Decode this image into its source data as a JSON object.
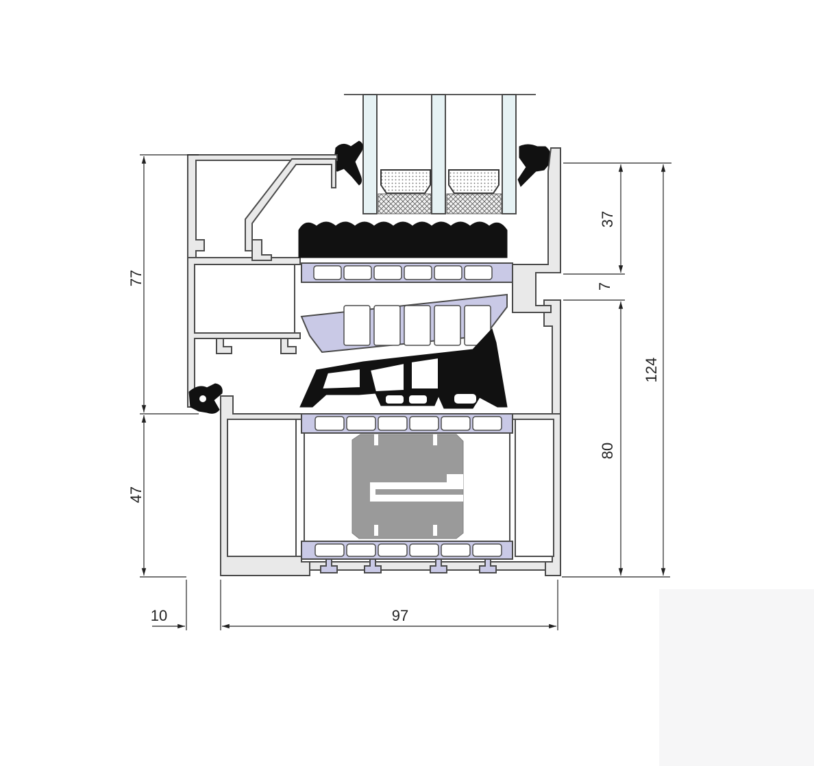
{
  "dimensions": {
    "left_upper": "77",
    "left_lower": "47",
    "bottom_left": "10",
    "bottom_main": "97",
    "right_top": "37",
    "right_mid": "7",
    "right_bottom": "80",
    "right_total": "124"
  },
  "colors": {
    "aluminium": "#e9e9e9",
    "thermal_break": "#c9c9e6",
    "gasket": "#111111",
    "glass": "#e6f2f4",
    "insert": "#9a9a9a"
  }
}
